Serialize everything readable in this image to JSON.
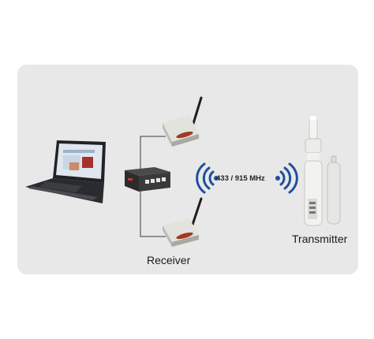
{
  "diagram": {
    "frequency_label": "433 / 915 MHz",
    "receiver_label": "Receiver",
    "transmitter_label": "Transmitter",
    "colors": {
      "panel": "#e8e8e8",
      "wave": "#1f4f9c",
      "device_body": "#d9dad3",
      "switch_body": "#3a3a3a",
      "accent": "#b04020"
    },
    "icons": [
      "laptop-icon",
      "network-switch-icon",
      "receiver-device-icon",
      "wireless-waves-icon",
      "transmitter-probe-icon"
    ]
  }
}
